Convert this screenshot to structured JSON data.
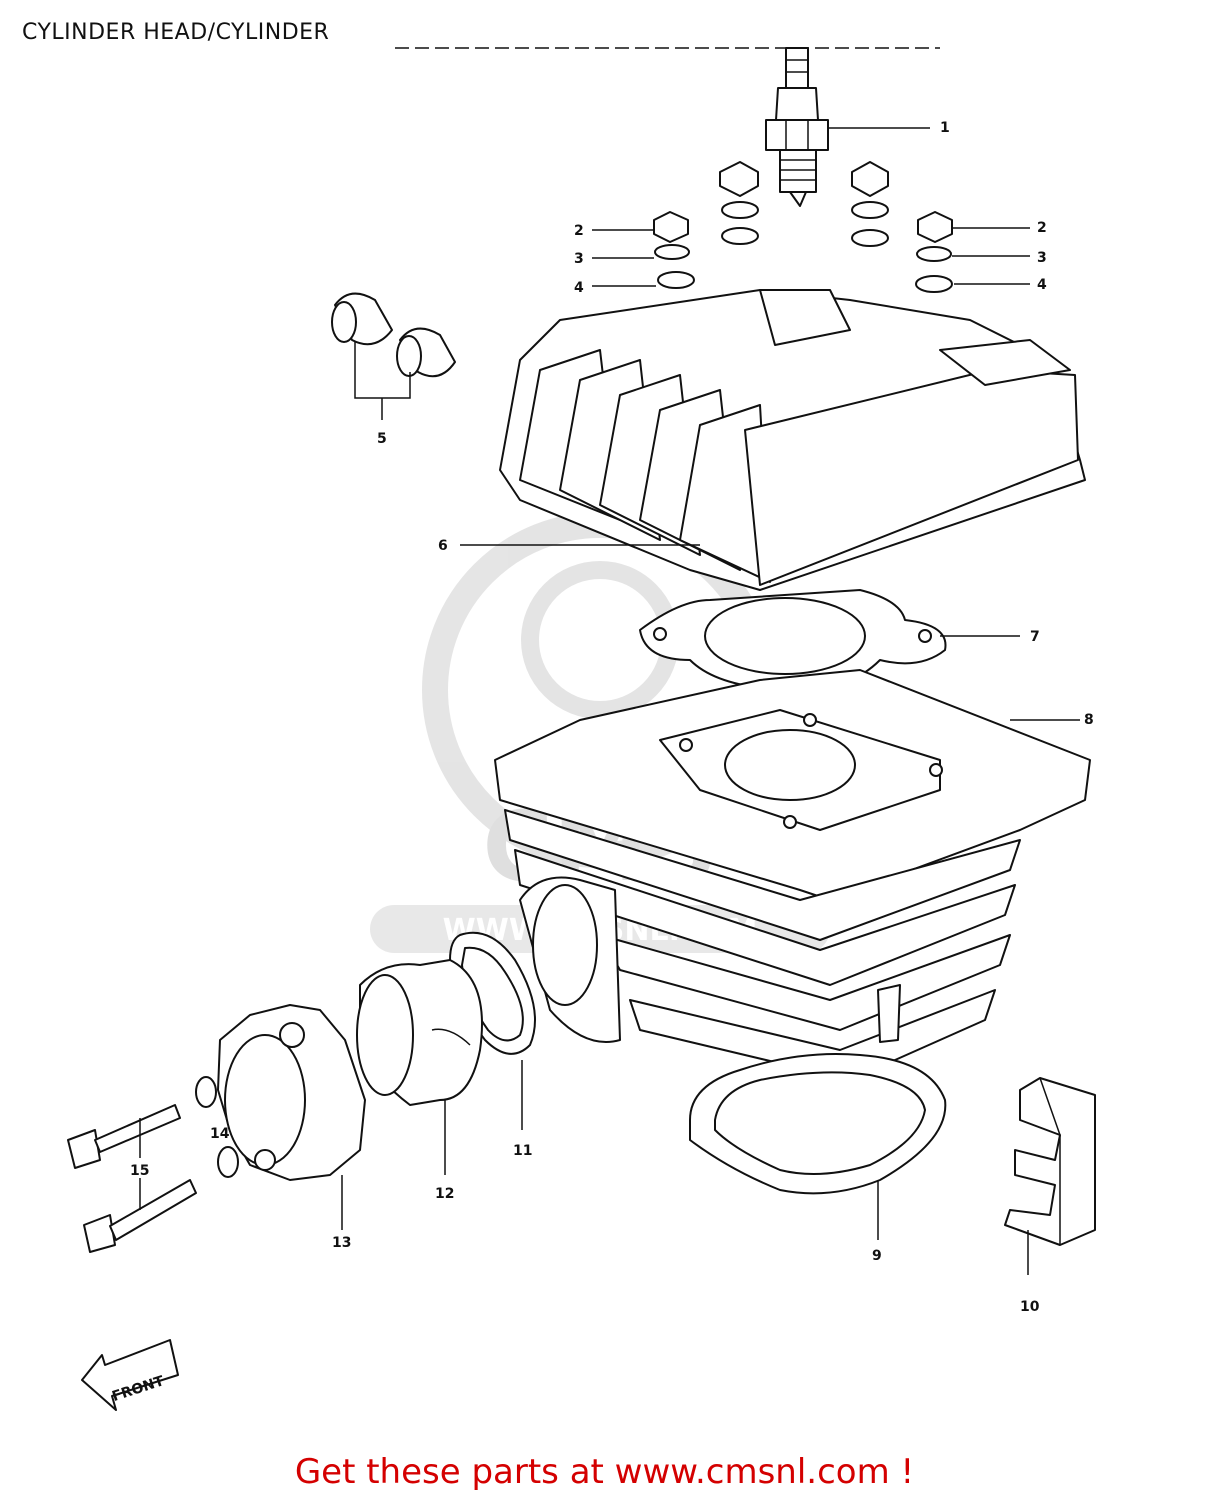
{
  "title": "CYLINDER HEAD/CYLINDER",
  "watermark": {
    "text": "CMS",
    "url": "WWW.CMSNL.COM",
    "color": "#dcdcdc"
  },
  "front_label": "FRONT",
  "footer": {
    "text": "Get these parts at www.cmsnl.com !",
    "color": "#d40000"
  },
  "parts": {
    "p1": "1",
    "p2a": "2",
    "p2b": "2",
    "p3a": "3",
    "p3b": "3",
    "p4a": "4",
    "p4b": "4",
    "p5": "5",
    "p6": "6",
    "p7": "7",
    "p8": "8",
    "p9": "9",
    "p10": "10",
    "p11": "11",
    "p12": "12",
    "p13": "13",
    "p14": "14",
    "p15": "15"
  }
}
